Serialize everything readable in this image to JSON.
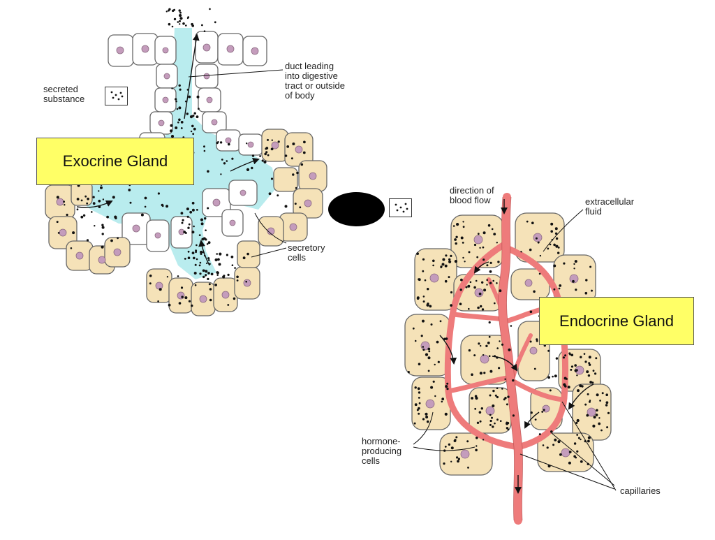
{
  "exocrine": {
    "title": "Exocrine Gland",
    "secreted_label": "secreted\nsubstance",
    "duct_label": "duct leading\ninto digestive\ntract or outside\nof body",
    "secretory_label": "secretory\ncells"
  },
  "endocrine": {
    "title": "Endocrine Gland",
    "blood_flow_label": "direction of\nblood flow",
    "ecf_label": "extracellular\nfluid",
    "hormone_label": "hormone-\nproducing\ncells",
    "capillaries_label": "capillaries"
  },
  "colors": {
    "cell_fill": "#f5e2b8",
    "white_cell_fill": "#ffffff",
    "lumen_fill": "#b9ecee",
    "nucleus": "#b48aa8",
    "capillary": "#ee7b7b",
    "title_bg": "#ffff66"
  }
}
